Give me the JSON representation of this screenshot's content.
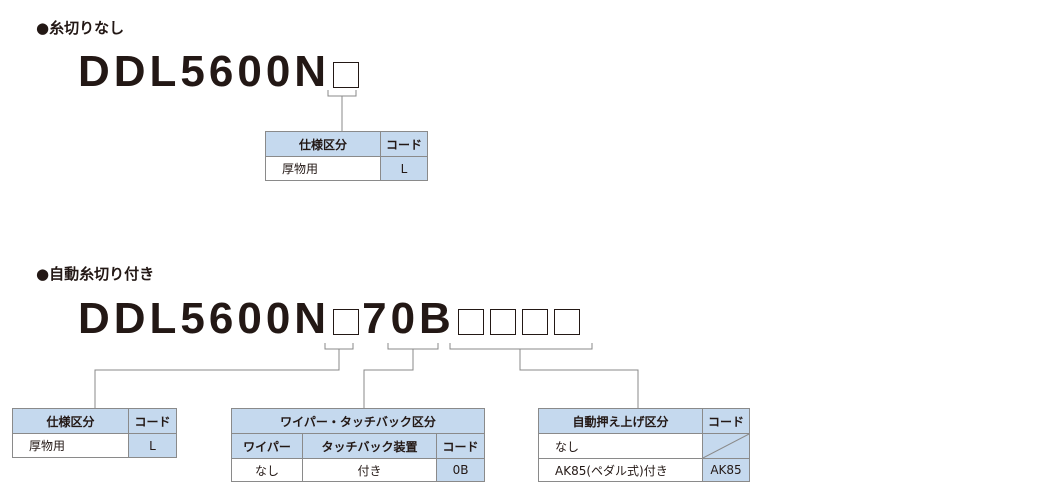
{
  "section1": {
    "title": "●糸切りなし",
    "model": "DDL5600N",
    "table": {
      "headers": [
        "仕様区分",
        "コード"
      ],
      "rows": [
        [
          "厚物用",
          "L"
        ]
      ]
    }
  },
  "section2": {
    "title": "●自動糸切り付き",
    "model_prefix": "DDL5600N",
    "model_mid": "70B",
    "spec_table": {
      "headers": [
        "仕様区分",
        "コード"
      ],
      "rows": [
        [
          "厚物用",
          "L"
        ]
      ]
    },
    "wiper_table": {
      "title": "ワイパー・タッチバック区分",
      "headers": [
        "ワイパー",
        "タッチバック装置",
        "コード"
      ],
      "rows": [
        [
          "なし",
          "付き",
          "0B"
        ]
      ]
    },
    "lift_table": {
      "headers": [
        "自動押え上げ区分",
        "コード"
      ],
      "rows": [
        [
          "なし",
          ""
        ],
        [
          "AK85(ペダル式)付き",
          "AK85"
        ]
      ]
    }
  },
  "colors": {
    "header": "#c5d9ee",
    "border": "#8a8a8a"
  }
}
